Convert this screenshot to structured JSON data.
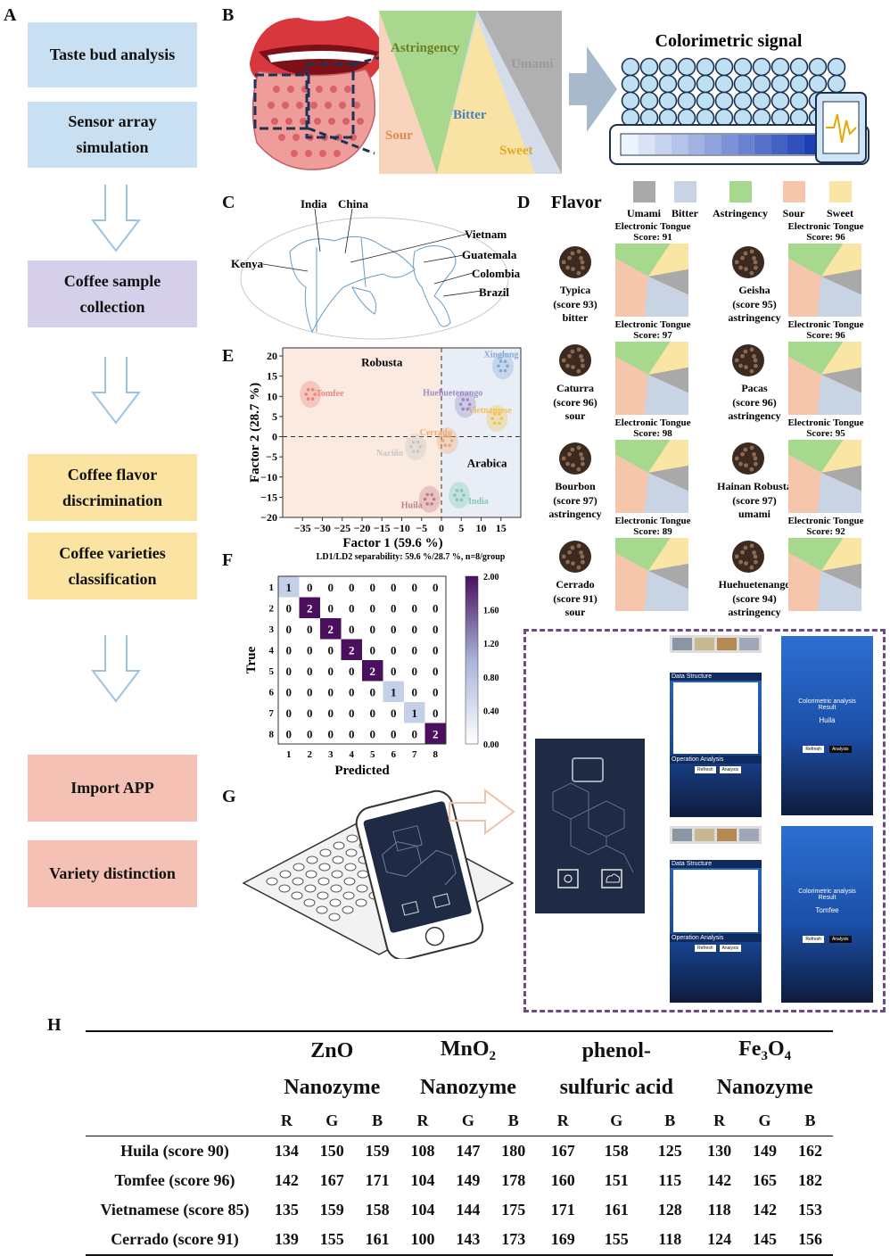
{
  "labels": {
    "A": "A",
    "B": "B",
    "C": "C",
    "D": "D",
    "E": "E",
    "F": "F",
    "G": "G",
    "H": "H"
  },
  "flow": [
    {
      "text": "Taste bud analysis",
      "color": "#c9dff2"
    },
    {
      "text": "Sensor array simulation",
      "color": "#c9dff2"
    },
    {
      "text": "Coffee sample collection",
      "color": "#d6cfe9"
    },
    {
      "text": "Coffee flavor discrimination",
      "color": "#fbe3a2"
    },
    {
      "text": "Coffee varieties classification",
      "color": "#fbe3a2"
    },
    {
      "text": "Import APP",
      "color": "#f4c1b4"
    },
    {
      "text": "Variety distinction",
      "color": "#f4c1b4"
    }
  ],
  "panelB": {
    "tastes": {
      "astringency": "Astringency",
      "umami": "Umami",
      "bitter": "Bitter",
      "sour": "Sour",
      "sweet": "Sweet"
    },
    "signal_title": "Colorimetric signal"
  },
  "panelC": {
    "countries": [
      "India",
      "China",
      "Kenya",
      "Vietnam",
      "Guatemala",
      "Colombia",
      "Brazil"
    ]
  },
  "panelD": {
    "title": "Flavor",
    "legend": [
      {
        "name": "Umami",
        "color": "#a9a9a9"
      },
      {
        "name": "Bitter",
        "color": "#c8d3e4"
      },
      {
        "name": "Astringency",
        "color": "#a6d98d"
      },
      {
        "name": "Sour",
        "color": "#f6c6ac"
      },
      {
        "name": "Sweet",
        "color": "#fae6a4"
      }
    ],
    "et_label": "Electronic Tongue",
    "samples": [
      {
        "name": "Typica",
        "score": "(score 93)",
        "flavor": "bitter",
        "et": "Score: 91"
      },
      {
        "name": "Geisha",
        "score": "(score 95)",
        "flavor": "astringency",
        "et": "Score: 96"
      },
      {
        "name": "Caturra",
        "score": "(score 96)",
        "flavor": "sour",
        "et": "Score: 97"
      },
      {
        "name": "Pacas",
        "score": "(score 96)",
        "flavor": "astringency",
        "et": "Score: 96"
      },
      {
        "name": "Bourbon",
        "score": "(score 97)",
        "flavor": "astringency",
        "et": "Score: 98"
      },
      {
        "name": "Hainan Robusta",
        "score": "(score 97)",
        "flavor": "umami",
        "et": "Score: 95"
      },
      {
        "name": "Cerrado",
        "score": "(score 91)",
        "flavor": "sour",
        "et": "Score: 89"
      },
      {
        "name": "Huehuetenango",
        "score": "(score 94)",
        "flavor": "astringency",
        "et": "Score: 92"
      }
    ]
  },
  "chart_data": [
    {
      "type": "scatter",
      "xlabel": "Factor 1 (59.6 %)",
      "ylabel": "Factor 2 (28.7 %)",
      "caption": "LD1/LD2 separability: 59.6 %/28.7 %, n=8/group",
      "xlim": [
        -40,
        20
      ],
      "ylim": [
        -20,
        22
      ],
      "xticks": [
        -35,
        -30,
        -25,
        -20,
        -15,
        -10,
        -5,
        0,
        5,
        10,
        15
      ],
      "yticks": [
        20,
        15,
        10,
        5,
        0,
        -5,
        -10,
        -15,
        -20
      ],
      "xtick_labels": [
        "−35",
        "−30",
        "−25",
        "−20",
        "−15",
        "−10",
        "−5",
        "0",
        "5",
        "10",
        "15"
      ],
      "ytick_labels": [
        "20",
        "15",
        "10",
        "5",
        "0",
        "−5",
        "−10",
        "−15",
        "−20"
      ],
      "region_labels": {
        "robusta": "Robusta",
        "arabica": "Arabica"
      },
      "series": [
        {
          "name": "Tomfee",
          "color": "#e8867a",
          "cx": -33,
          "cy": 10.5
        },
        {
          "name": "Xinglong",
          "color": "#86a8d8",
          "cx": 15.5,
          "cy": 17.5
        },
        {
          "name": "Vietnamese",
          "color": "#f2c250",
          "cx": 14,
          "cy": 4.5
        },
        {
          "name": "Huehuetenango",
          "color": "#9b8ac4",
          "cx": 6,
          "cy": 8
        },
        {
          "name": "Cerrado",
          "color": "#f0a870",
          "cx": 1.5,
          "cy": -1
        },
        {
          "name": "Nariño",
          "color": "#c6c6c6",
          "cx": -6.5,
          "cy": -2.5
        },
        {
          "name": "Huila",
          "color": "#c47a8a",
          "cx": -3,
          "cy": -15.5
        },
        {
          "name": "India",
          "color": "#7fc8b4",
          "cx": 4.5,
          "cy": -14.5
        }
      ]
    },
    {
      "type": "heatmap",
      "xlabel": "Predicted",
      "ylabel": "True",
      "categories": [
        "1",
        "2",
        "3",
        "4",
        "5",
        "6",
        "7",
        "8"
      ],
      "values": [
        [
          1,
          0,
          0,
          0,
          0,
          0,
          0,
          0
        ],
        [
          0,
          2,
          0,
          0,
          0,
          0,
          0,
          0
        ],
        [
          0,
          0,
          2,
          0,
          0,
          0,
          0,
          0
        ],
        [
          0,
          0,
          0,
          2,
          0,
          0,
          0,
          0
        ],
        [
          0,
          0,
          0,
          0,
          2,
          0,
          0,
          0
        ],
        [
          0,
          0,
          0,
          0,
          0,
          1,
          0,
          0
        ],
        [
          0,
          0,
          0,
          0,
          0,
          0,
          1,
          0
        ],
        [
          0,
          0,
          0,
          0,
          0,
          0,
          0,
          2
        ]
      ],
      "colorbar_ticks": [
        "2.00",
        "1.60",
        "1.20",
        "0.80",
        "0.40",
        "0.00"
      ],
      "vmin": 0,
      "vmax": 2
    },
    {
      "type": "table",
      "groups": [
        {
          "line1": "ZnO",
          "line2": "Nanozyme",
          "sub": ""
        },
        {
          "line1": "MnO",
          "line2": "Nanozyme",
          "sub": "2"
        },
        {
          "line1": "phenol-",
          "line2": "sulfuric acid",
          "sub": ""
        },
        {
          "line1": "Fe",
          "line2": "Nanozyme",
          "sub": "3",
          "tail": "O",
          "tailsub": "4"
        }
      ],
      "channels": [
        "R",
        "G",
        "B"
      ],
      "rows": [
        {
          "name": "Huila (score 90)",
          "values": [
            134,
            150,
            159,
            108,
            147,
            180,
            167,
            158,
            125,
            130,
            149,
            162
          ]
        },
        {
          "name": "Tomfee (score 96)",
          "values": [
            142,
            167,
            171,
            104,
            149,
            178,
            160,
            151,
            115,
            142,
            165,
            182
          ]
        },
        {
          "name": "Vietnamese (score 85)",
          "values": [
            135,
            159,
            158,
            104,
            144,
            175,
            171,
            161,
            128,
            118,
            142,
            153
          ]
        },
        {
          "name": "Cerrado (score 91)",
          "values": [
            139,
            155,
            161,
            100,
            143,
            173,
            169,
            155,
            118,
            124,
            145,
            156
          ]
        }
      ]
    }
  ],
  "app": {
    "data_structure": "Data Structure",
    "operation": "Operation Analysis",
    "result_title": "Colorimetric analysis Result",
    "results": [
      "Huila",
      "Tomfee"
    ],
    "buttons": [
      "Refresh",
      "Analysis"
    ]
  }
}
